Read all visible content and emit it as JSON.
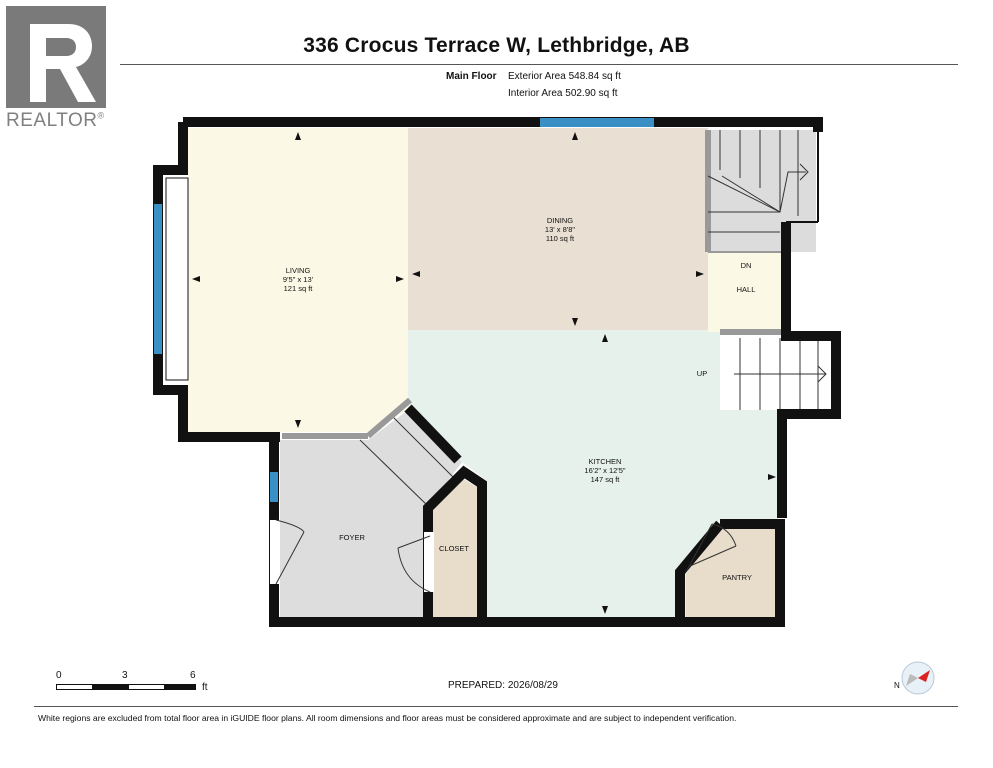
{
  "logo": {
    "text": "REALTOR",
    "mark": "®",
    "icon": "realtor-r-logo-icon"
  },
  "header": {
    "title": "336 Crocus Terrace W, Lethbridge, AB"
  },
  "floor_info": {
    "floor_label": "Main Floor",
    "exterior_area": "Exterior Area 548.84 sq ft",
    "interior_area": "Interior Area 502.90 sq ft"
  },
  "rooms": {
    "living": {
      "name": "LIVING",
      "dims": "9'5\" x 13'",
      "area": "121 sq ft"
    },
    "dining": {
      "name": "DINING",
      "dims": "13' x 8'8\"",
      "area": "110 sq ft"
    },
    "kitchen": {
      "name": "KITCHEN",
      "dims": "16'2\" x 12'5\"",
      "area": "147 sq ft"
    },
    "hall": {
      "name": "HALL"
    },
    "foyer": {
      "name": "FOYER"
    },
    "closet": {
      "name": "CLOSET"
    },
    "pantry": {
      "name": "PANTRY"
    },
    "stairs_down": "DN",
    "stairs_up": "UP"
  },
  "scale": {
    "ticks": [
      "0",
      "3",
      "6"
    ],
    "unit": "ft"
  },
  "prepared": "PREPARED: 2026/08/29",
  "compass": {
    "label": "N",
    "icon": "compass-north-icon"
  },
  "disclaimer": "White regions are excluded from total floor area in iGUIDE floor plans. All room dimensions and floor areas must be considered approximate and are subject to independent verification.",
  "colors": {
    "living": "#fbf8e6",
    "dining": "#e9dfd2",
    "kitchen": "#e6f1ec",
    "foyer": "#dddddd",
    "closet": "#e8dccb",
    "pantry": "#e8dccb",
    "hall": "#fbf8e6",
    "wall": "#111111",
    "window": "#3a8fc4",
    "logo": "#7a7a7a"
  }
}
